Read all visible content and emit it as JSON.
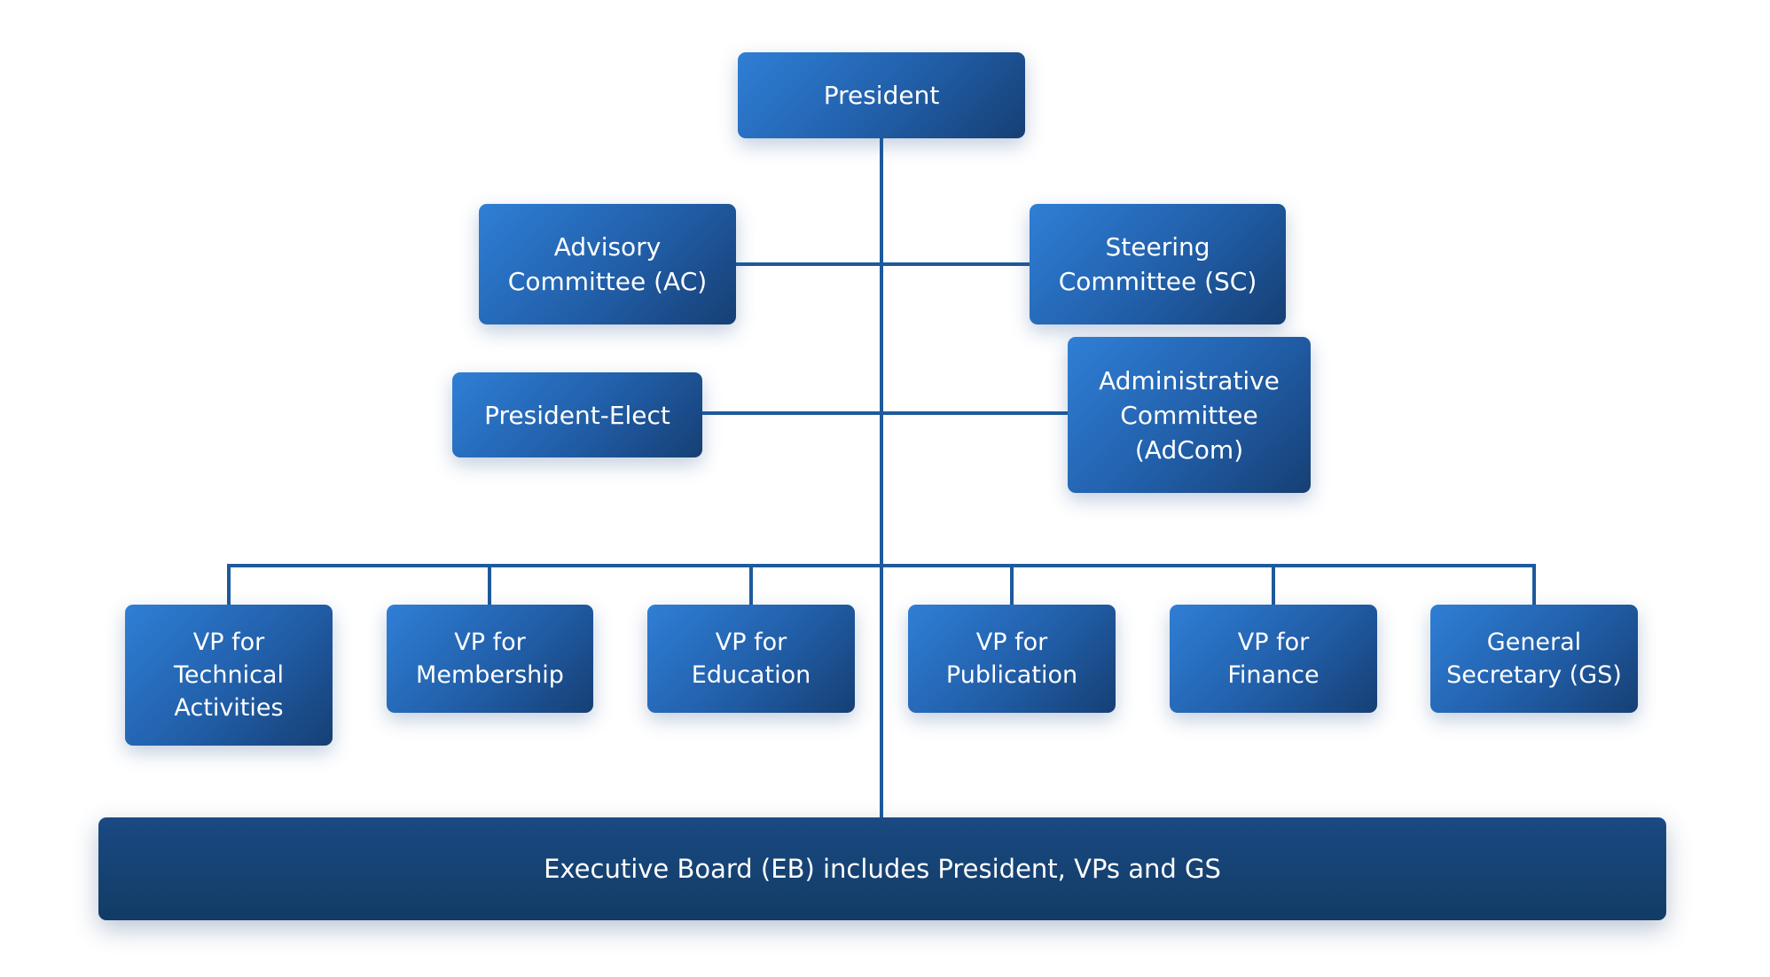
{
  "org_chart": {
    "president": "President",
    "advisory_committee": "Advisory\nCommittee (AC)",
    "steering_committee": "Steering\nCommittee (SC)",
    "president_elect": "President-Elect",
    "administrative_committee": "Administrative\nCommittee\n(AdCom)",
    "vps": [
      "VP for\nTechnical\nActivities",
      "VP for\nMembership",
      "VP for\nEducation",
      "VP for\nPublication",
      "VP for\nFinance",
      "General\nSecretary (GS)"
    ],
    "executive_board": "Executive Board (EB) includes President, VPs and GS"
  },
  "colors": {
    "node_light": "#2f7fd6",
    "node_dark": "#163f74",
    "board": "#123b66",
    "connector": "#1e5a9c"
  }
}
